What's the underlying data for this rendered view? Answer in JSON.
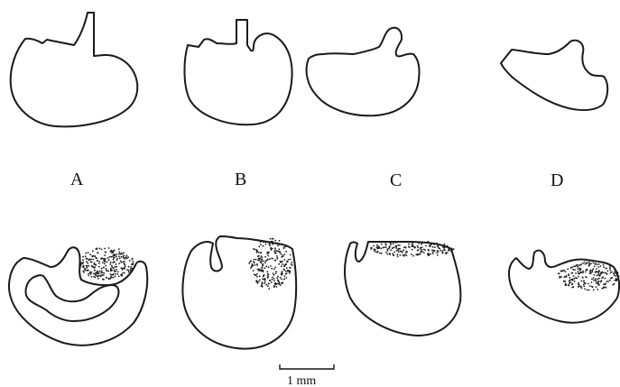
{
  "panels": [
    {
      "id": "A",
      "label": "A"
    },
    {
      "id": "B",
      "label": "B"
    },
    {
      "id": "C",
      "label": "C"
    },
    {
      "id": "D",
      "label": "D"
    }
  ],
  "scale_bar": {
    "label": "1 mm"
  },
  "colors": {
    "ink": "#1a1a1a",
    "background": "#ffffff"
  }
}
